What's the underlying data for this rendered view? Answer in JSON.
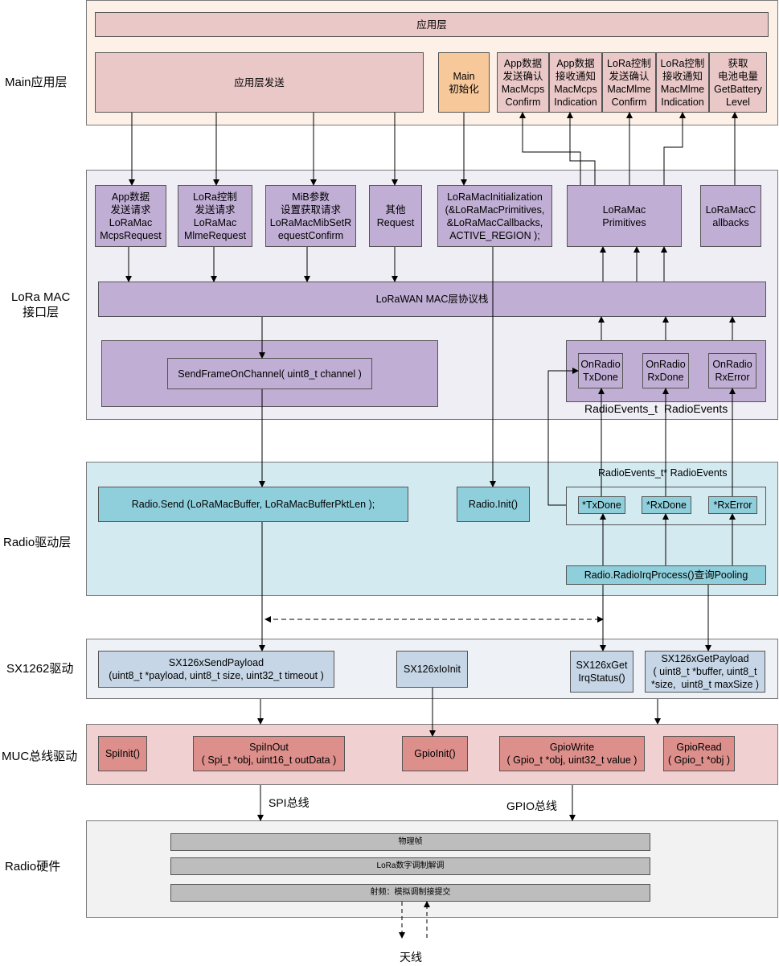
{
  "layers": {
    "main": "Main应用层",
    "mac": "LoRa MAC\n接口层",
    "radio": "Radio驱动层",
    "sx": "SX1262驱动",
    "muc": "MUC总线驱动",
    "hw": "Radio硬件"
  },
  "app": {
    "top": "应用层",
    "send": "应用层发送",
    "init": "Main\n初始化",
    "mcps_confirm": "App数据\n发送确认\nMacMcps\nConfirm",
    "mcps_indication": "App数据\n接收通知\nMacMcps\nIndication",
    "mlme_confirm": "LoRa控制\n发送确认\nMacMlme\nConfirm",
    "mlme_indication": "LoRa控制\n接收通知\nMacMlme\nIndication",
    "battery": "获取\n电池电量\nGetBattery\nLevel"
  },
  "mac": {
    "mcps_request": "App数据\n发送请求\nLoRaMac\nMcpsRequest",
    "mlme_request": "LoRa控制\n发送请求\nLoRaMac\nMlmeRequest",
    "mib_request": "MiB参数\n设置获取请求\nLoRaMacMibSetR\nequestConfirm",
    "other_request": "其他\nRequest",
    "initialization": "LoRaMacInitialization\n(&LoRaMacPrimitives,\n&LoRaMacCallbacks,\nACTIVE_REGION );",
    "primitives": "LoRaMac\nPrimitives",
    "callbacks": "LoRaMacC\nallbacks",
    "stack": "LoRaWAN MAC层协议栈",
    "send_frame": "SendFrameOnChannel( uint8_t channel )",
    "on_tx_done": "OnRadio\nTxDone",
    "on_rx_done": "OnRadio\nRxDone",
    "on_rx_error": "OnRadio\nRxError",
    "radio_events_label": "RadioEvents_t  RadioEvents"
  },
  "radio": {
    "send": "Radio.Send (LoRaMacBuffer, LoRaMacBufferPktLen );",
    "init": "Radio.Init()",
    "events_ptr_label": "RadioEvents_t* RadioEvents",
    "tx_done": "*TxDone",
    "rx_done": "*RxDone",
    "rx_error": "*RxError",
    "irq_process": "Radio.RadioIrqProcess()查询Pooling"
  },
  "sx": {
    "send_payload": "SX126xSendPayload\n(uint8_t *payload, uint8_t size, uint32_t timeout )",
    "io_init": "SX126xIoInit",
    "get_irq": "SX126xGet\nIrqStatus()",
    "get_payload": "SX126xGetPayload\n( uint8_t *buffer, uint8_t\n*size,  uint8_t maxSize )"
  },
  "muc": {
    "spi_init": "SpiInit()",
    "spi_inout": "SpiInOut\n( Spi_t *obj, uint16_t outData )",
    "gpio_init": "GpioInit()",
    "gpio_write": "GpioWrite\n( Gpio_t *obj, uint32_t value )",
    "gpio_read": "GpioRead\n( Gpio_t *obj )"
  },
  "bus": {
    "spi": "SPI总线",
    "gpio": "GPIO总线"
  },
  "hw": {
    "phy": "物理帧",
    "lora_mod": "LoRa数字调制解调",
    "rf": "射频：模拟调制接提交",
    "antenna": "天线"
  },
  "colors": {
    "main_bg": "#fdf0e6",
    "mac_bg": "#f0eef5",
    "radio_bg": "#d3eaf0",
    "sx_bg": "#eef1f6",
    "muc_bg": "#f0d0d0",
    "hw_bg": "#f2f2f2"
  }
}
